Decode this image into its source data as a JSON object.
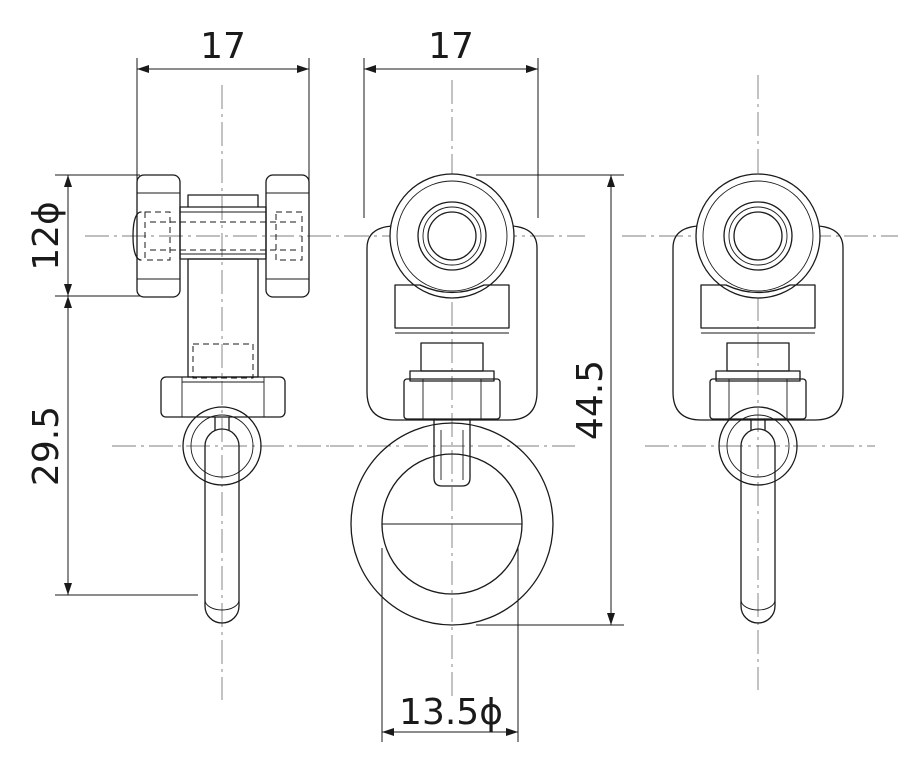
{
  "dimensions": {
    "side_width": "17",
    "front_width": "17",
    "wheel_diameter": "12ϕ",
    "lower_height": "29.5",
    "total_height": "44.5",
    "ring_diameter": "13.5ϕ"
  }
}
